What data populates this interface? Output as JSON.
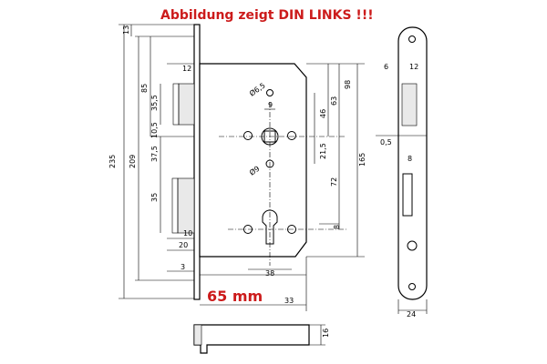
{
  "heading": {
    "text": "Abbildung zeigt DIN LINKS !!!",
    "color": "#cc1b1b"
  },
  "backset_label": {
    "text": "65 mm",
    "color": "#cc1b1b"
  },
  "dimensions": {
    "total_height": "235",
    "top_offset": "13",
    "height_209": "209",
    "height_85": "85",
    "latch_35_5": "35,5",
    "latch_10_5": "10,5",
    "latch_37_5": "37,5",
    "bolt_35": "35",
    "latch_width_12": "12",
    "bolt_10": "10",
    "bolt_20": "20",
    "front_3": "3",
    "width_38": "38",
    "width_33": "33",
    "dia_6_5": "Ø6,5",
    "dia_9": "Ø9",
    "spindle_9": "9",
    "dist_46": "46",
    "dist_21_5": "21,5",
    "dist_63": "63",
    "dist_98": "98",
    "dist_72": "72",
    "dist_165": "165",
    "dist_8": "8",
    "side_6": "6",
    "side_12": "12",
    "side_0_5": "0,5",
    "side_8": "8",
    "side_24": "24",
    "bolt_16": "16"
  }
}
